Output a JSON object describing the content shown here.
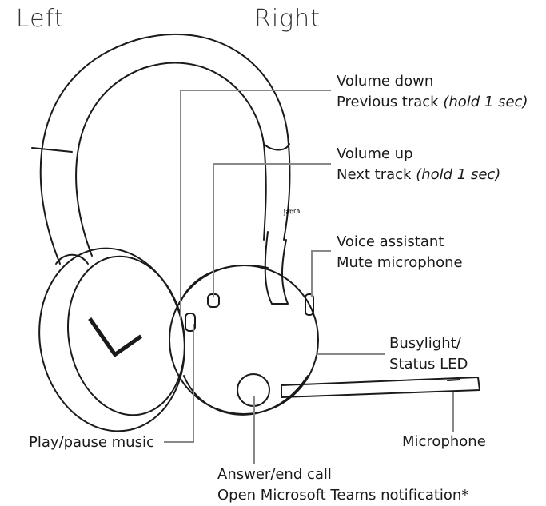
{
  "sides": {
    "left": "Left",
    "right": "Right"
  },
  "brand": "Jabra",
  "mark": "L",
  "labels": {
    "volume_down": {
      "line1": "Volume down",
      "line2": "Previous track ",
      "hint": "(hold 1 sec)"
    },
    "volume_up": {
      "line1": "Volume up",
      "line2": "Next track ",
      "hint": "(hold 1 sec)"
    },
    "voice": {
      "line1": "Voice assistant",
      "line2": "Mute microphone"
    },
    "busylight": {
      "line1": "Busylight/",
      "line2": "Status LED"
    },
    "microphone": "Microphone",
    "play_pause": "Play/pause music",
    "answer": {
      "line1": "Answer/end call",
      "line2": "Open Microsoft Teams notification*"
    }
  },
  "colors": {
    "stroke": "#1a1a1a",
    "leader": "#888888"
  }
}
